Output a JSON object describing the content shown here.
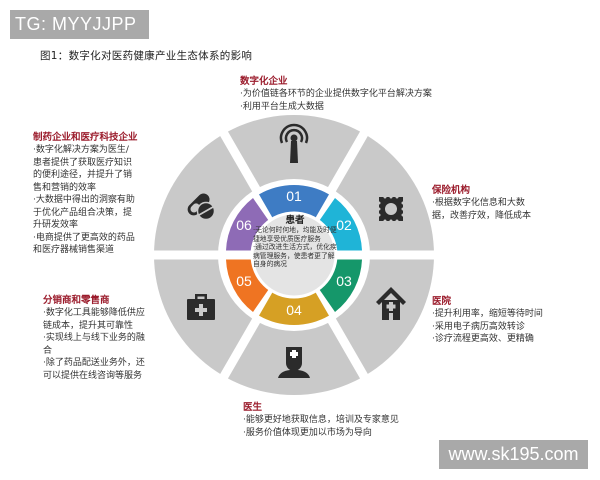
{
  "watermarks": {
    "top": "TG: MYYJJPP",
    "bottom": "www.sk195.com"
  },
  "figure": {
    "title": "图1：数字化对医药健康产业生态体系的影响"
  },
  "colors": {
    "heading_red": "#9b1c2c",
    "segment_gray": "#c9c9c9",
    "seg01_blue": "#3e7cc4",
    "seg02_teal": "#1fb4d7",
    "seg03_green": "#15976a",
    "seg04_gold": "#d6a024",
    "seg05_orange": "#ef7422",
    "seg06_purple": "#8e6bb6"
  },
  "center": {
    "title": "患者",
    "items": [
      "·无论何时何地，均能及时便捷地享受优质医疗服务",
      "·通过改进生活方式，优化疾病管理服务，使患者更了解自身的病况"
    ]
  },
  "segments": [
    {
      "number": "01",
      "icon": "antenna-icon"
    },
    {
      "number": "02",
      "icon": "stamp-chip-icon"
    },
    {
      "number": "03",
      "icon": "hospital-house-icon"
    },
    {
      "number": "04",
      "icon": "doctor-icon"
    },
    {
      "number": "05",
      "icon": "medical-kit-icon"
    },
    {
      "number": "06",
      "icon": "pills-icon"
    }
  ],
  "stakeholders": {
    "digital": {
      "title": "数字化企业",
      "items": [
        "·为价值链各环节的企业提供数字化平台解决方案",
        "·利用平台生成大数据"
      ]
    },
    "insurance": {
      "title": "保险机构",
      "items": [
        "·根据数字化信息和大数",
        "据，改善疗效，降低成本"
      ]
    },
    "hospital": {
      "title": "医院",
      "items": [
        "·提升利用率，缩短等待时间",
        "·采用电子病历高效转诊",
        "·诊疗流程更高效、更精确"
      ]
    },
    "doctor": {
      "title": "医生",
      "items": [
        "·能够更好地获取信息，培训及专家意见",
        "·服务价值体现更加以市场为导向"
      ]
    },
    "distributor": {
      "title": "分销商和零售商",
      "items": [
        "·数字化工具能够降低供应",
        "链成本，提升其可靠性",
        "·实现线上与线下业务的融",
        "合",
        "·除了药品配送业务外，还",
        "可以提供在线咨询等服务"
      ]
    },
    "pharma": {
      "title": "制药企业和医疗科技企业",
      "items": [
        "·数字化解决方案为医生/",
        "患者提供了获取医疗知识",
        "的便利途径，并提升了销",
        "售和营销的效率",
        "·大数据中得出的洞察有助",
        "于优化产品组合决策，提",
        "升研发效率",
        "·电商提供了更高效的药品",
        "和医疗器械销售渠道"
      ]
    }
  }
}
